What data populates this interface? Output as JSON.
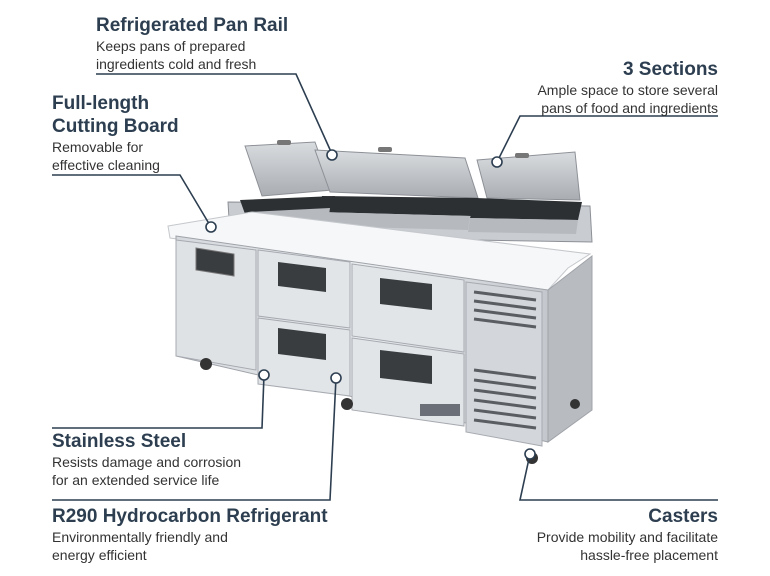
{
  "callouts": {
    "pan_rail": {
      "title": "Refrigerated Pan Rail",
      "desc_line1": "Keeps pans of prepared",
      "desc_line2": "ingredients cold and fresh"
    },
    "sections": {
      "title": "3 Sections",
      "desc_line1": "Ample space to store several",
      "desc_line2": "pans of food and ingredients"
    },
    "cutting_board": {
      "title_line1": "Full-length",
      "title_line2": "Cutting Board",
      "desc_line1": "Removable for",
      "desc_line2": "effective cleaning"
    },
    "stainless": {
      "title": "Stainless Steel",
      "desc_line1": "Resists damage and corrosion",
      "desc_line2": "for an extended service life"
    },
    "refrigerant": {
      "title": "R290 Hydrocarbon Refrigerant",
      "desc_line1": "Environmentally friendly and",
      "desc_line2": "energy efficient"
    },
    "casters": {
      "title": "Casters",
      "desc_line1": "Provide mobility and facilitate",
      "desc_line2": "hassle-free placement"
    }
  },
  "colors": {
    "text": "#2c3e50",
    "leader_line": "#2c3e50",
    "steel_light": "#e3e5e8",
    "steel_mid": "#c9ccd1",
    "steel_dark": "#9fa3a9"
  }
}
